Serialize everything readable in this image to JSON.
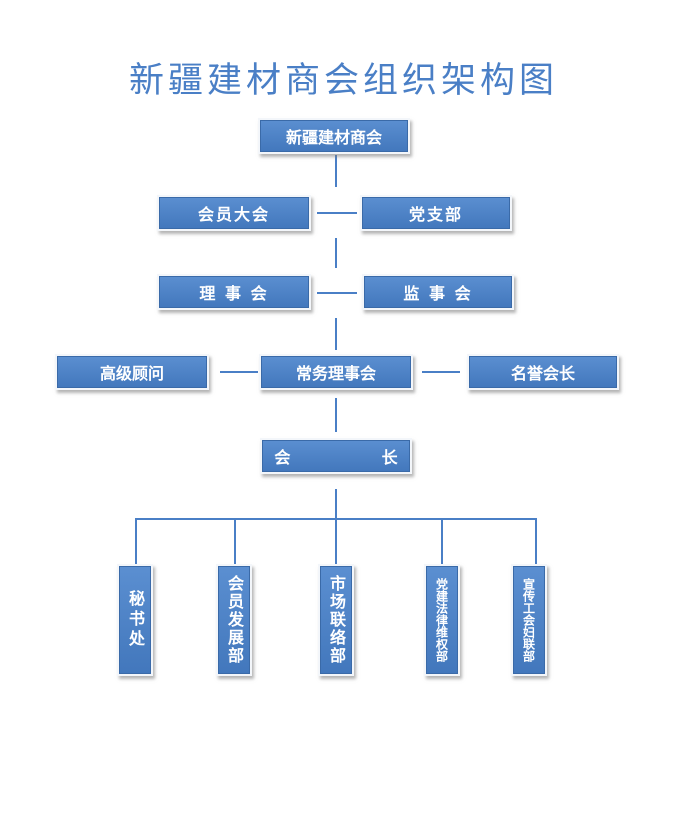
{
  "title": "新疆建材商会组织架构图",
  "nodes": {
    "root": "新疆建材商会",
    "members_assembly": "会员大会",
    "party_branch": "党支部",
    "council": "理 事 会",
    "supervisory": "监 事 会",
    "senior_advisor": "高级顾问",
    "standing_council": "常务理事会",
    "honorary_president": "名誉会长",
    "president": "会  长",
    "secretariat": "秘书处",
    "member_dev": "会员发展部",
    "market_liaison": "市场联络部",
    "party_legal": "党建法律维权部",
    "publicity_union": "宣传工会妇联部"
  }
}
